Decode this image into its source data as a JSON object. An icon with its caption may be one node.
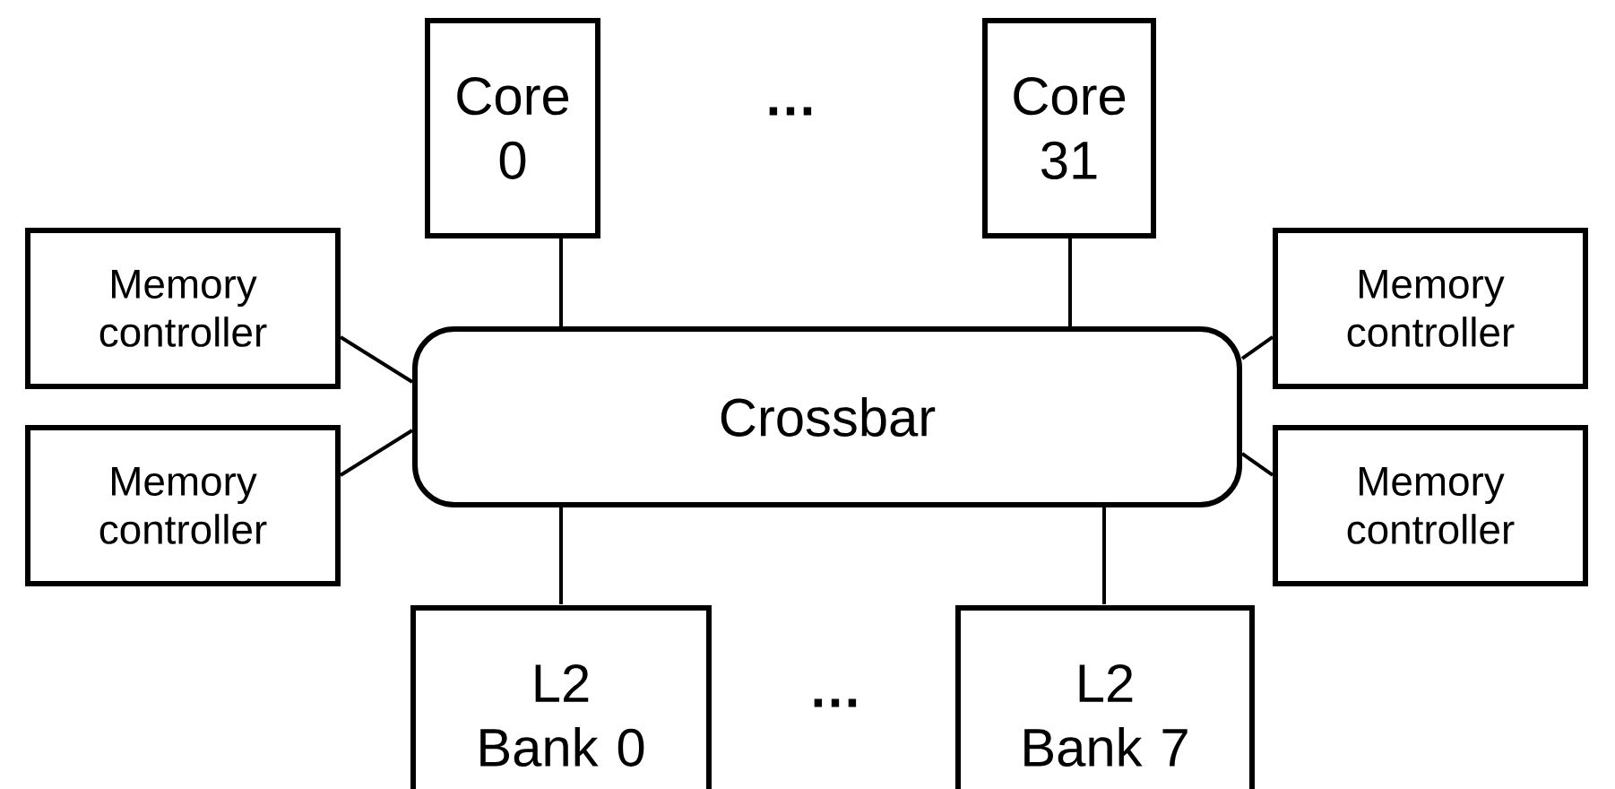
{
  "diagram": {
    "nodes": [
      {
        "text": [
          "Core 0"
        ]
      },
      {
        "text": [
          "Core 31"
        ]
      },
      {
        "text": [
          "Memory controller"
        ]
      },
      {
        "text": [
          "Memory controller"
        ]
      },
      {
        "text": [
          "Crossbar"
        ]
      },
      {
        "text": [
          "Memory controller"
        ]
      },
      {
        "text": [
          "Memory controller"
        ]
      },
      {
        "text": [
          "L2 Bank 0"
        ]
      },
      {
        "text": [
          "L2 Bank 7"
        ]
      }
    ],
    "edges": [
      {
        "from": 0,
        "to": 4,
        "arrow": "none"
      },
      {
        "from": 1,
        "to": 4,
        "arrow": "none"
      },
      {
        "from": 2,
        "to": 4,
        "arrow": "none"
      },
      {
        "from": 3,
        "to": 4,
        "arrow": "none"
      },
      {
        "from": 5,
        "to": 4,
        "arrow": "none"
      },
      {
        "from": 6,
        "to": 4,
        "arrow": "none"
      },
      {
        "from": 4,
        "to": 7,
        "arrow": "none"
      },
      {
        "from": 4,
        "to": 8,
        "arrow": "none"
      }
    ],
    "labels": [
      "…",
      "…"
    ]
  }
}
